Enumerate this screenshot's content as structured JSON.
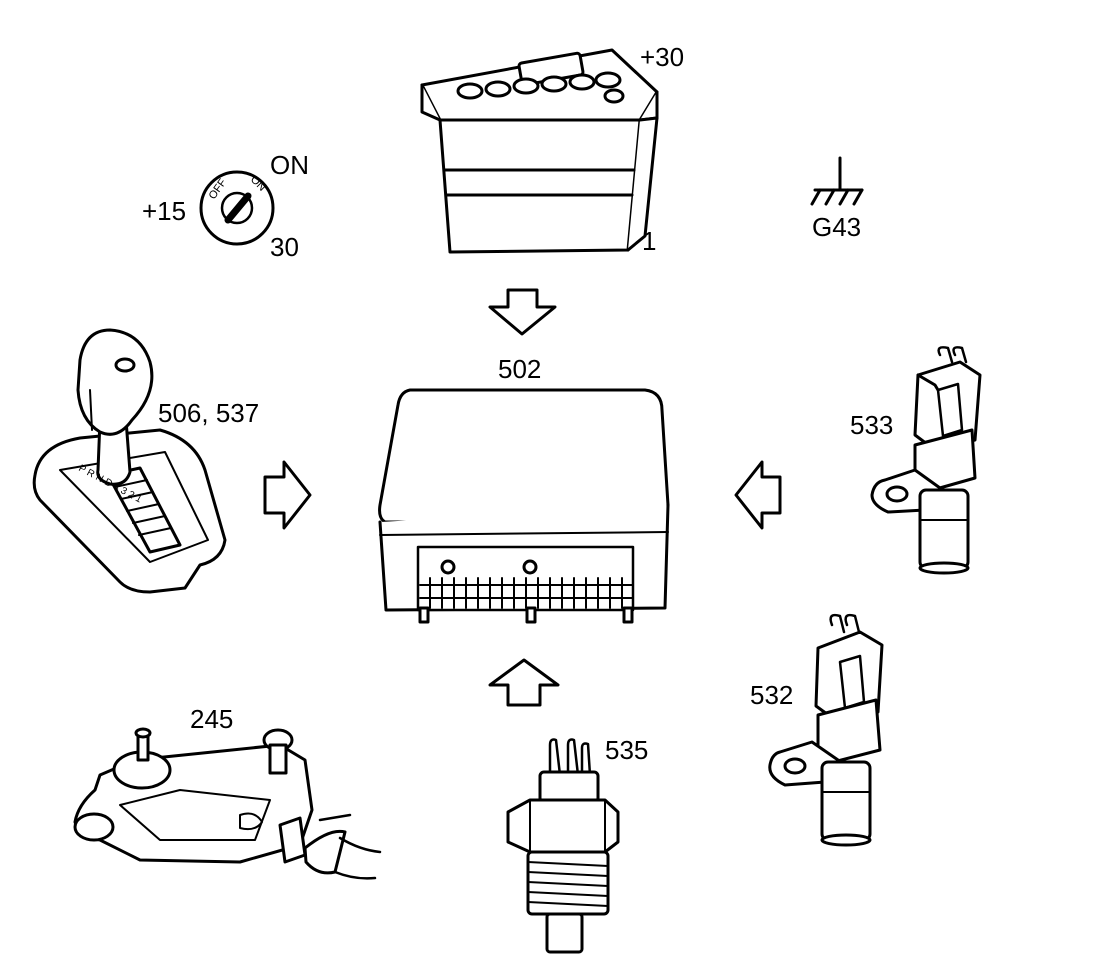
{
  "labels": {
    "battery_terminal": "+30",
    "battery": "1",
    "ground": "G43",
    "ignition_on": "ON",
    "ignition_15": "+15",
    "ignition_30": "30",
    "ignition_off_mark": "OFF",
    "ignition_on_mark": "ON",
    "control_unit": "502",
    "selector_lever": "506, 537",
    "selector_gate": "P R N D 4 3 2 1",
    "sensor_upper": "533",
    "sensor_lower": "532",
    "temp_sender": "535",
    "position_switch": "245"
  }
}
